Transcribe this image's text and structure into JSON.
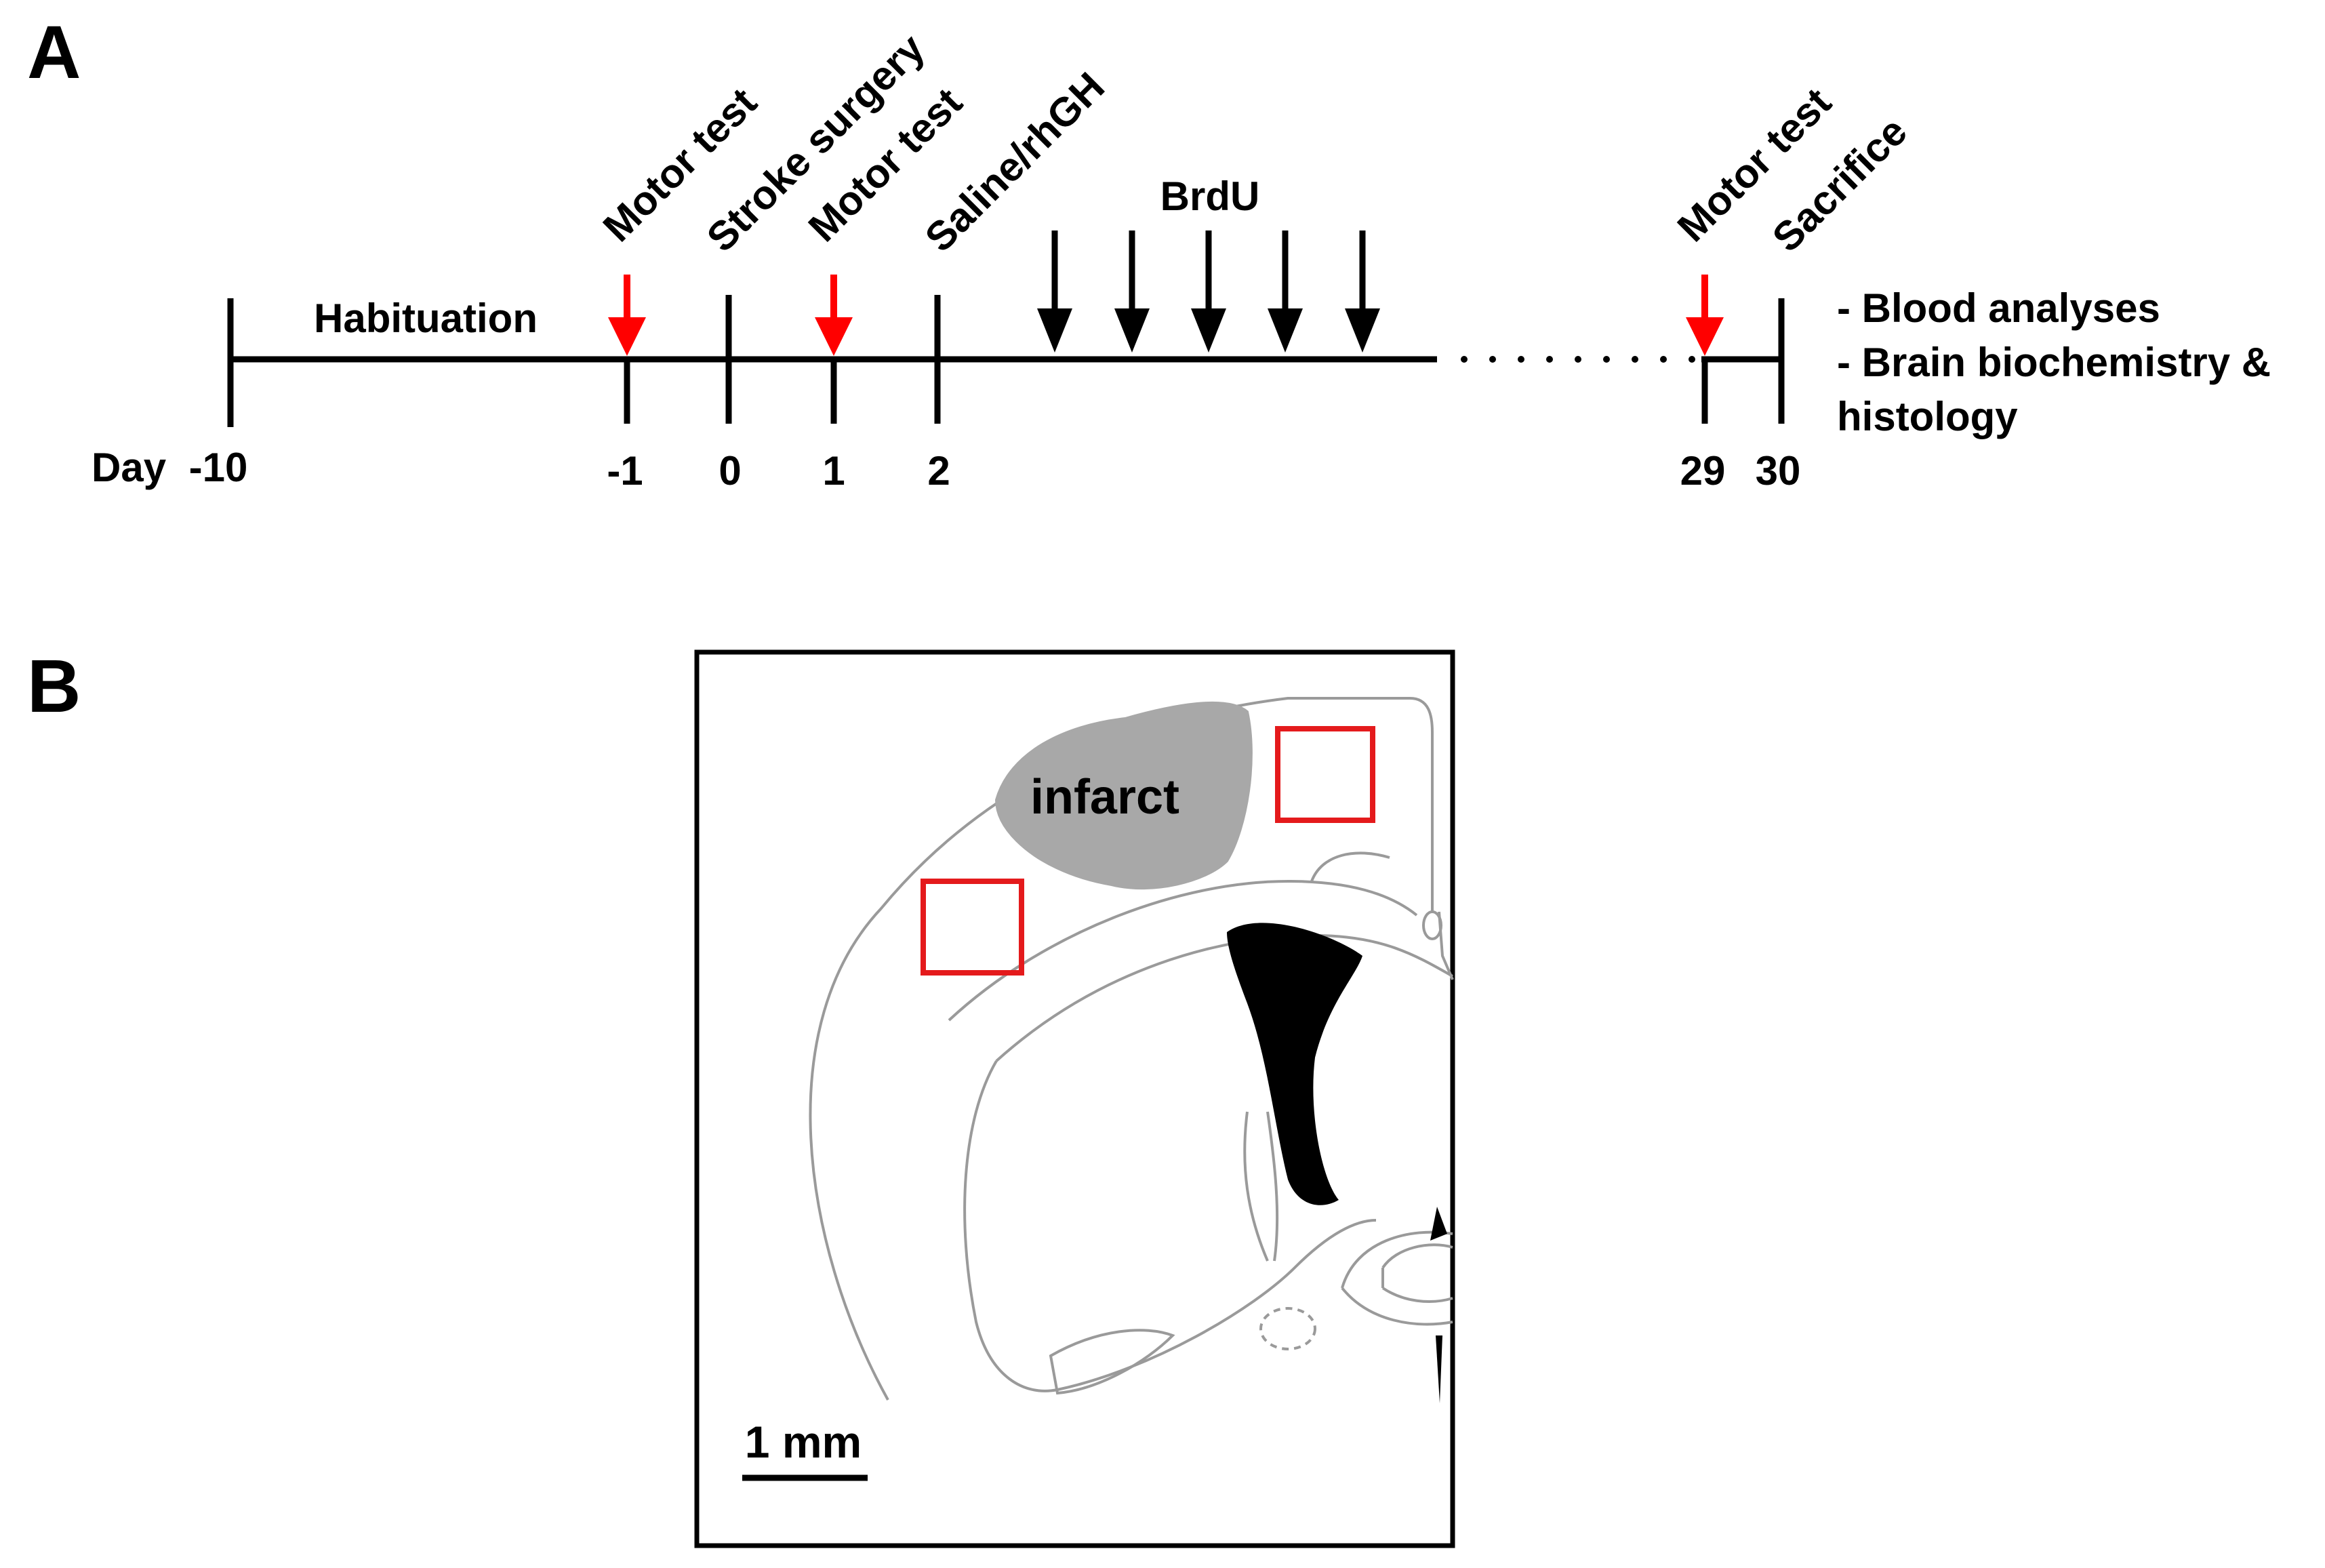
{
  "panel_a": {
    "label": "A",
    "habituation_label": "Habituation",
    "day_label": "Day",
    "ticks": [
      "-10",
      "-1",
      "0",
      "1",
      "2",
      "29",
      "30"
    ],
    "events": {
      "motor_test_1": "Motor test",
      "stroke_surgery": "Stroke surgery",
      "motor_test_2": "Motor test",
      "saline_rhgh": "Saline/rhGH",
      "brdu": "BrdU",
      "motor_test_3": "Motor test",
      "sacrifice": "Sacrifice"
    },
    "outcomes": [
      "- Blood analyses",
      "- Brain biochemistry &",
      "histology"
    ],
    "brdu_injection_count": 5,
    "colors": {
      "motor_test_arrow": "#ff0000",
      "injection_arrow": "#000000"
    }
  },
  "panel_b": {
    "label": "B",
    "infarct_label": "infarct",
    "scale_bar_label": "1 mm",
    "colors": {
      "infarct": "#a8a8a8",
      "roi_box": "#e41a1c",
      "ventricle": "#000000",
      "outline": "#9a9a9a"
    }
  }
}
